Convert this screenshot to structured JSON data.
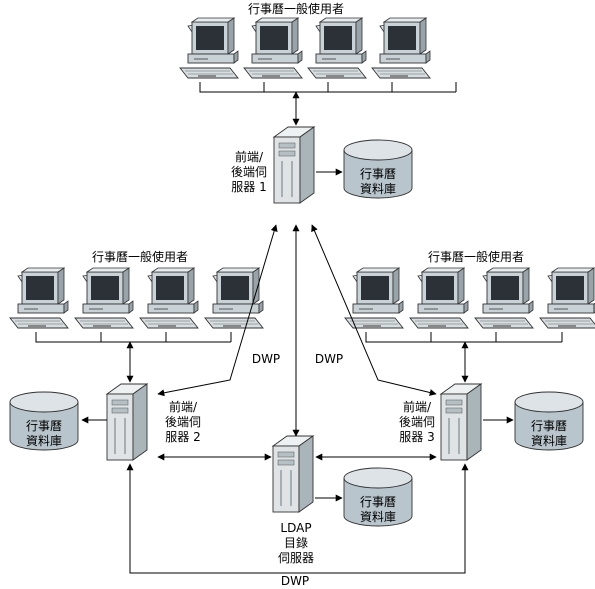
{
  "groups": {
    "top_users": "行事曆一般使用者",
    "left_users": "行事曆一般使用者",
    "right_users": "行事曆一般使用者"
  },
  "servers": {
    "s1": [
      "前端/",
      "後端伺",
      "服器 1"
    ],
    "s2": [
      "前端/",
      "後端伺",
      "服器 2"
    ],
    "s3": [
      "前端/",
      "後端伺",
      "服器 3"
    ],
    "ldap": [
      "LDAP",
      "目錄",
      "伺服器"
    ]
  },
  "databases": {
    "db_top": [
      "行事曆",
      "資料庫"
    ],
    "db_left": [
      "行事曆",
      "資料庫"
    ],
    "db_right": [
      "行事曆",
      "資料庫"
    ],
    "db_ldap": [
      "行事曆",
      "資料庫"
    ]
  },
  "links": {
    "dwp_left": "DWP",
    "dwp_right": "DWP",
    "dwp_bottom": "DWP"
  },
  "icons": [
    "desktop-computer-icon",
    "keyboard-icon",
    "server-tower-icon",
    "database-cylinder-icon",
    "arrow-icon"
  ],
  "colors": {
    "monitor_body": "#c9d2d6",
    "monitor_screen": "#2b3136",
    "server_body": "#dfe3e5",
    "db_side": "#b8c5cc",
    "db_top": "#dde3e6",
    "line": "#000000"
  }
}
